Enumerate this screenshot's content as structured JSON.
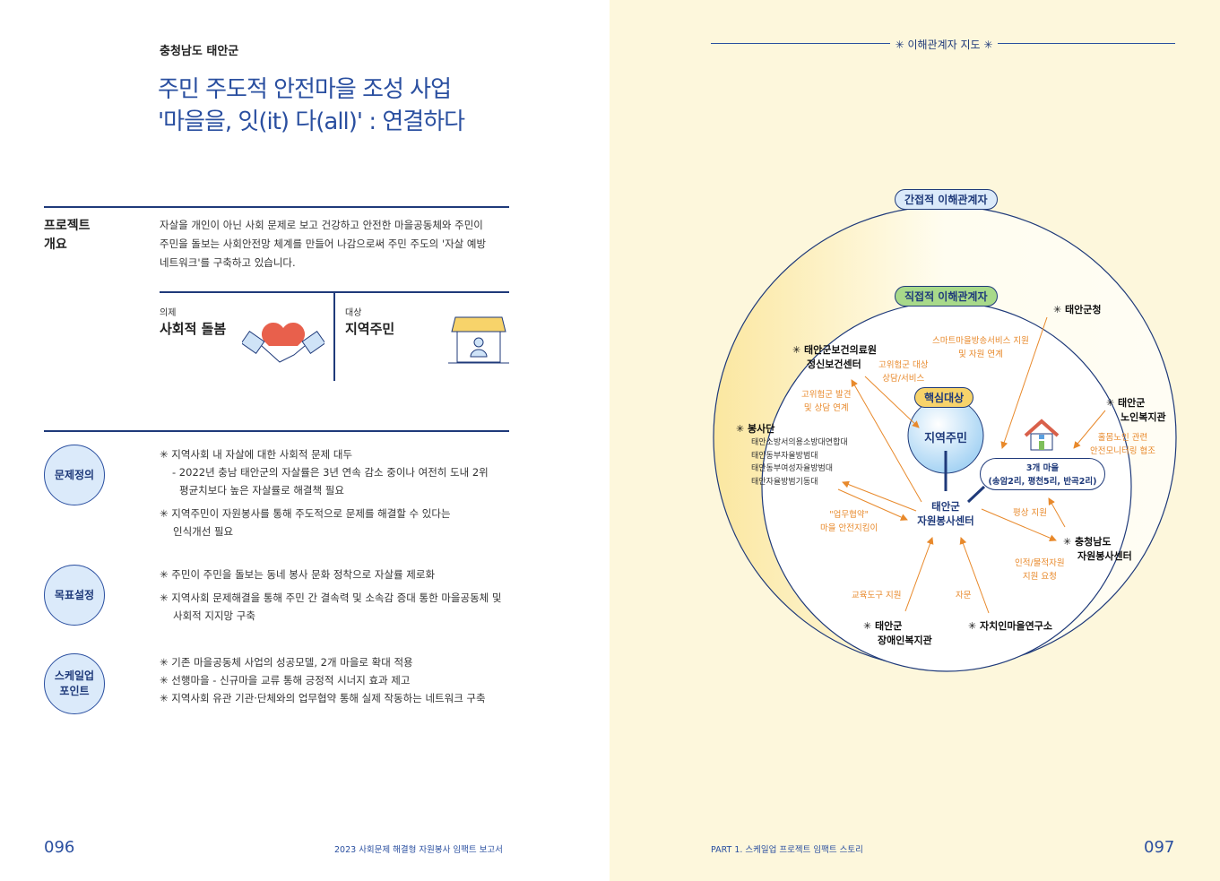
{
  "left": {
    "region": "충청남도 태안군",
    "title_lines": [
      "주민 주도적 안전마을 조성 사업",
      "'마을을, 잇(it) 다(all)' : 연결하다"
    ],
    "overview": {
      "label_lines": [
        "프로젝트",
        "개요"
      ],
      "text_lines": [
        "자살을 개인이 아닌 사회 문제로 보고 건강하고 안전한 마을공동체와 주민이",
        "주민을 돌보는 사회안전망 체계를 만들어 나감으로써 주민 주도의 '자살 예방",
        "네트워크'를 구축하고 있습니다."
      ]
    },
    "agenda": {
      "label": "의제",
      "value": "사회적 돌봄"
    },
    "target": {
      "label": "대상",
      "value": "지역주민"
    },
    "sections": [
      {
        "label_lines": [
          "문제정의"
        ],
        "items": [
          [
            "✳ 지역사회 내 자살에 대한 사회적 문제 대두",
            "- 2022년 충남 태안군의 자살률은 3년 연속 감소 중이나 여전히 도내 2위",
            "평균치보다 높은 자살률로 해결책 필요"
          ],
          [
            "✳ 지역주민이 자원봉사를 통해 주도적으로 문제를 해결할 수 있다는",
            "인식개선 필요"
          ]
        ]
      },
      {
        "label_lines": [
          "목표설정"
        ],
        "items": [
          [
            "✳ 주민이 주민을 돌보는 동네 봉사 문화 정착으로 자살률 제로화"
          ],
          [
            "✳ 지역사회 문제해결을 통해 주민 간 결속력 및 소속감 증대 통한 마을공동체 및",
            "사회적 지지망 구축"
          ]
        ]
      },
      {
        "label_lines": [
          "스케일업",
          "포인트"
        ],
        "items": [
          [
            "✳ 기존 마을공동체 사업의 성공모델, 2개 마을로 확대 적용"
          ],
          [
            "✳ 선행마을 - 신규마을 교류 통해 긍정적 시너지 효과 제고"
          ],
          [
            "✳ 지역사회 유관 기관·단체와의 업무협약 통해 실제 작동하는 네트워크 구축"
          ]
        ]
      }
    ],
    "page_number": "096",
    "footer": "2023 사회문제 해결형 자원봉사 임팩트 보고서"
  },
  "right": {
    "map_title": "✳ 이해관계자 지도 ✳",
    "indirect": "간접적 이해관계자",
    "direct": "직접적 이해관계자",
    "core_label": "핵심대상",
    "core": "지역주민",
    "center": [
      "태안군",
      "자원봉사센터"
    ],
    "villages": [
      "3개 마을",
      "(송암2리, 평천5리, 반곡2리)"
    ],
    "nodes": {
      "health": [
        "✳ 태안군보건의료원",
        "정신보건센터"
      ],
      "county": [
        "✳ 태안군청"
      ],
      "senior": [
        "✳ 태안군",
        "노인복지관"
      ],
      "volunteer_group": [
        "✳ 봉사단"
      ],
      "groups": [
        "태안소방서의용소방대연합대",
        "태안동부자율방범대",
        "태안동부여성자율방범대",
        "태안자율방범기동대"
      ],
      "province": [
        "✳ 충청남도",
        "자원봉사센터"
      ],
      "disabled": [
        "✳ 태안군",
        "장애인복지관"
      ],
      "institute": [
        "✳ 자치인마을연구소"
      ]
    },
    "relations": {
      "smart": [
        "스마트마을방송서비스 지원",
        "및 자원 연계"
      ],
      "risk_service": [
        "고위험군 대상",
        "상담/서비스"
      ],
      "risk_find": [
        "고위험군 발견",
        "및 상담 연계"
      ],
      "elderly": [
        "홀몸노인 관련",
        "안전모니터링 협조"
      ],
      "mou": [
        "\"업무협약\"",
        "마을 안전지킴이"
      ],
      "peer": [
        "평상 지원"
      ],
      "resource": [
        "인적/물적자원",
        "지원 요청"
      ],
      "edu": [
        "교육도구 지원"
      ],
      "fund": [
        "자문"
      ]
    },
    "footer": "PART 1. 스케일업 프로젝트 임팩트 스토리",
    "page_number": "097"
  }
}
